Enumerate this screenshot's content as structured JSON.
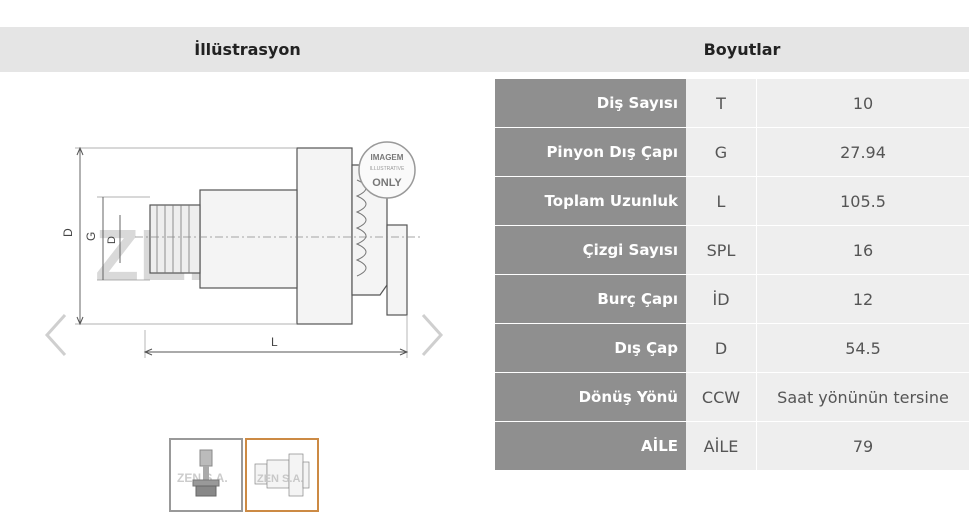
{
  "header": {
    "left_title": "İllüstrasyon",
    "right_title": "Boyutlar"
  },
  "illustration": {
    "watermark": "ZEN S.A.",
    "stamp_line1": "IMAGEM",
    "stamp_line2": "ILLUSTRATIVE",
    "stamp_line3": "ONLY",
    "dim_D": "D",
    "dim_G": "G",
    "dim_d": "D",
    "dim_L": "L"
  },
  "thumbnails": [
    {
      "label": "ZEN S.A."
    },
    {
      "label": "ZEN S.A."
    }
  ],
  "specs": [
    {
      "label": "Diş Sayısı",
      "code": "T",
      "value": "10"
    },
    {
      "label": "Pinyon Dış Çapı",
      "code": "G",
      "value": "27.94"
    },
    {
      "label": "Toplam Uzunluk",
      "code": "L",
      "value": "105.5"
    },
    {
      "label": "Çizgi Sayısı",
      "code": "SPL",
      "value": "16"
    },
    {
      "label": "Burç Çapı",
      "code": "İD",
      "value": "12"
    },
    {
      "label": "Dış Çap",
      "code": "D",
      "value": "54.5"
    },
    {
      "label": "Dönüş Yönü",
      "code": "CCW",
      "value": "Saat yönünün tersine"
    },
    {
      "label": "AİLE",
      "code": "AİLE",
      "value": "79"
    }
  ],
  "colors": {
    "header_bg": "#e5e5e5",
    "label_bg": "#8f8f8f",
    "cell_bg": "#eeeeee",
    "active_thumb_border": "#cc8a44"
  }
}
